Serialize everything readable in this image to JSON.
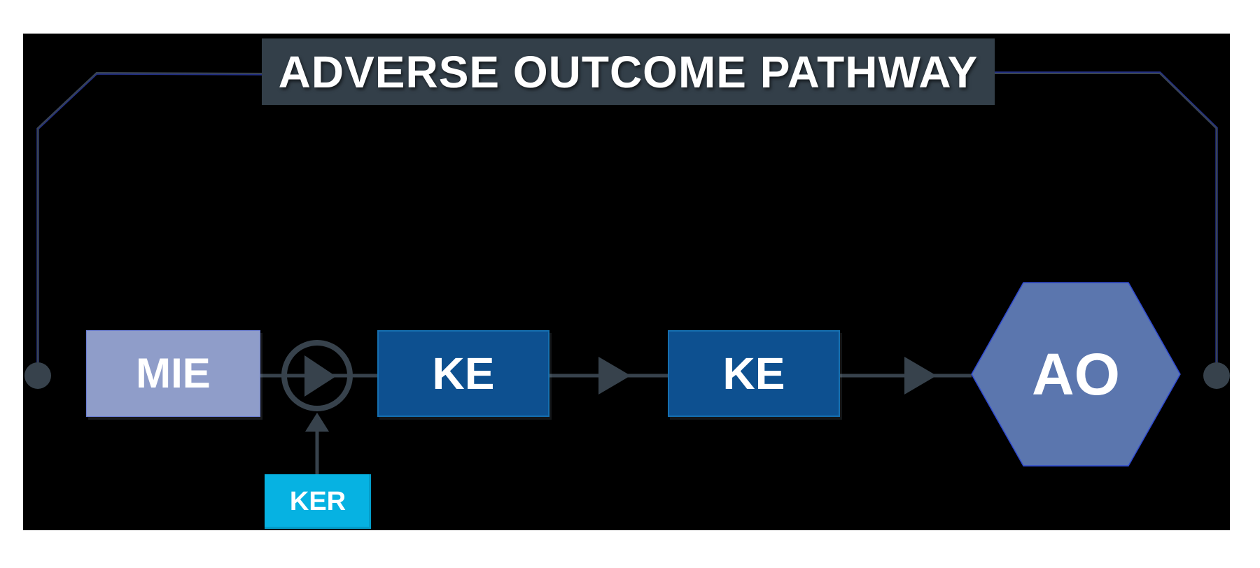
{
  "diagram": {
    "title": "ADVERSE OUTCOME PATHWAY",
    "nodes": {
      "mie": {
        "label": "MIE",
        "shape": "rectangle",
        "color": "#8f9dc9"
      },
      "ke1": {
        "label": "KE",
        "shape": "rectangle",
        "color": "#0d5090"
      },
      "ke2": {
        "label": "KE",
        "shape": "rectangle",
        "color": "#0d5090"
      },
      "ao": {
        "label": "AO",
        "shape": "hexagon",
        "color": "#5b76ae"
      },
      "ker": {
        "label": "KER",
        "shape": "rectangle",
        "color": "#06b2e2"
      }
    },
    "colors": {
      "page_margin": "#ffffff",
      "background": "#000000",
      "header_bar": "#333f49",
      "arrow": "#37424c",
      "connector_blue": "#222f86",
      "connector_gray": "#3a444e",
      "node_text": "#ffffff",
      "hexagon_edge": "#2e48cf"
    }
  }
}
